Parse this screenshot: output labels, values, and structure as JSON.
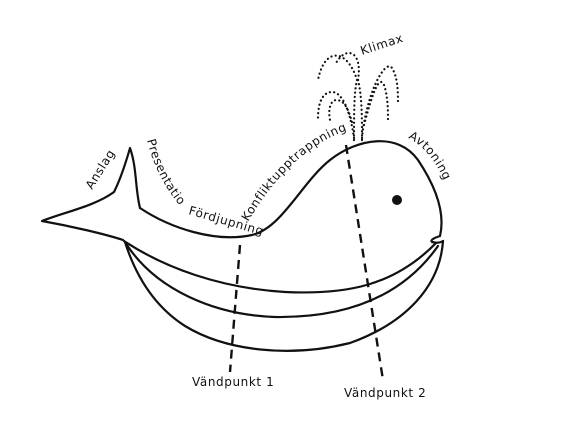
{
  "labels": {
    "anslag": "Anslag",
    "presentation": "Presentation",
    "fordjupning": "Fördjupning",
    "konfliktupptrappning": "Konfliktupptrappning",
    "klimax": "Klimax",
    "avtoning": "Avtoning",
    "vandpunkt1": "Vändpunkt 1",
    "vandpunkt2": "Vändpunkt 2"
  },
  "colors": {
    "ink": "#111111",
    "background": "#ffffff"
  }
}
